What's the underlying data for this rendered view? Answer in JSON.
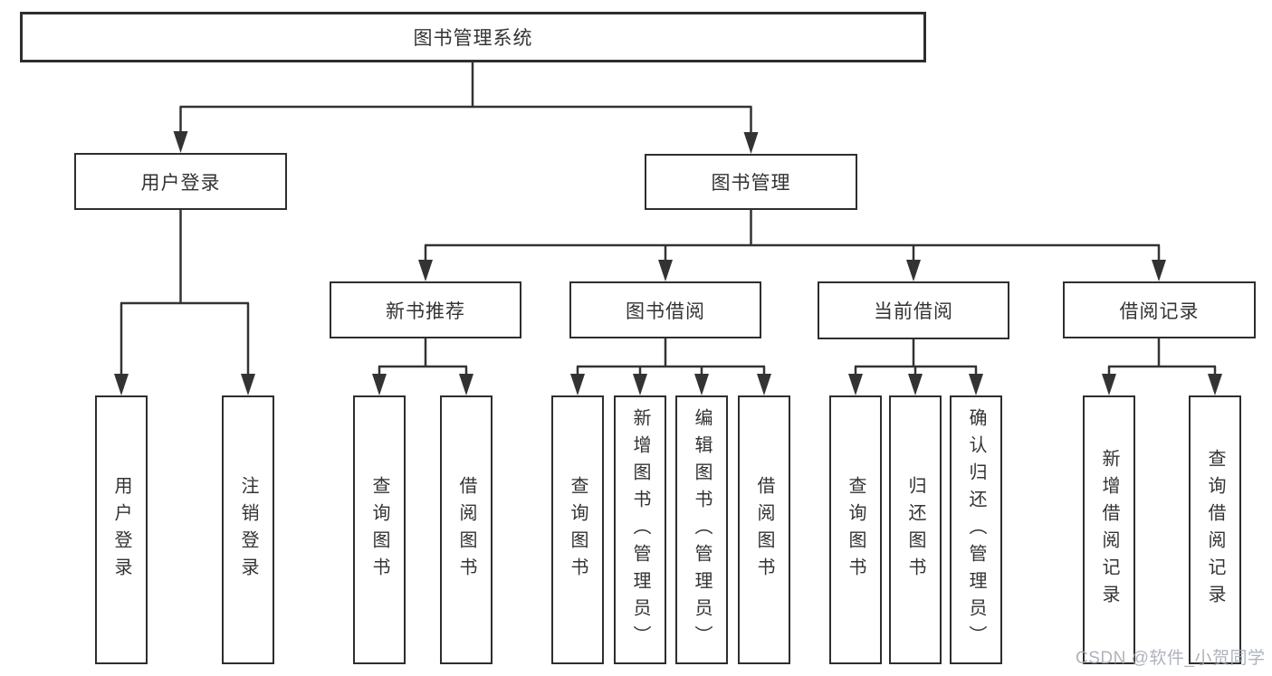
{
  "title": "图书管理系统",
  "watermark": "CSDN @软件_小贺同学",
  "colors": {
    "line": "#333333",
    "box_border": "#2e2e2e",
    "text": "#333333",
    "watermark": "#a6abb3"
  },
  "tree": {
    "root": {
      "label": "图书管理系统"
    },
    "branches": [
      {
        "label": "用户登录",
        "children": [
          {
            "label": "用户登录"
          },
          {
            "label": "注销登录"
          }
        ]
      },
      {
        "label": "图书管理",
        "groups": [
          {
            "label": "新书推荐",
            "children": [
              {
                "label": "查询图书"
              },
              {
                "label": "借阅图书"
              }
            ]
          },
          {
            "label": "图书借阅",
            "children": [
              {
                "label": "查询图书"
              },
              {
                "label": "新增图书（管理员）"
              },
              {
                "label": "编辑图书（管理员）"
              },
              {
                "label": "借阅图书"
              }
            ]
          },
          {
            "label": "当前借阅",
            "children": [
              {
                "label": "查询图书"
              },
              {
                "label": "归还图书"
              },
              {
                "label": "确认归还（管理员）"
              }
            ]
          },
          {
            "label": "借阅记录",
            "children": [
              {
                "label": "新增借阅记录"
              },
              {
                "label": "查询借阅记录"
              }
            ]
          }
        ]
      }
    ]
  }
}
